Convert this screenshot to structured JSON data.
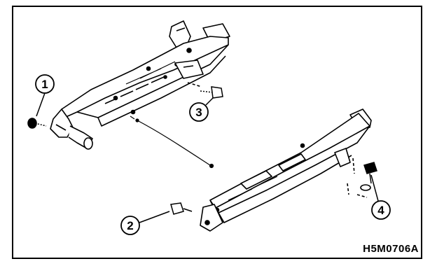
{
  "figure": {
    "code": "H5M0706A",
    "callouts": [
      {
        "number": "1"
      },
      {
        "number": "2"
      },
      {
        "number": "3"
      },
      {
        "number": "4"
      }
    ]
  }
}
